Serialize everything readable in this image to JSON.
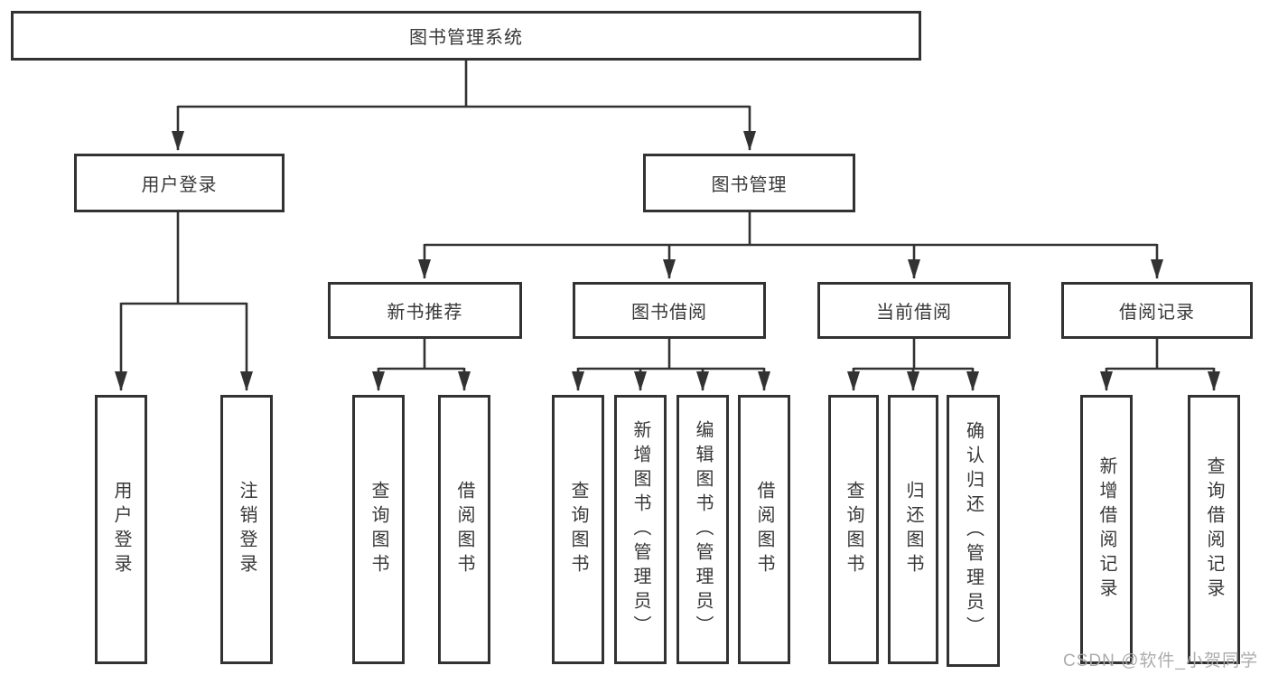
{
  "nodes": {
    "root": "图书管理系统",
    "l2": {
      "user": "用户登录",
      "book": "图书管理"
    },
    "l3": {
      "recommend": "新书推荐",
      "borrow": "图书借阅",
      "current": "当前借阅",
      "records": "借阅记录"
    },
    "leaf": {
      "user_login": "用户登录",
      "user_logout": "注销登录",
      "rec_query": "查询图书",
      "rec_borrow": "借阅图书",
      "bor_query": "查询图书",
      "bor_add": "新增图书（管理员）",
      "bor_edit": "编辑图书（管理员）",
      "bor_borrow": "借阅图书",
      "cur_query": "查询图书",
      "cur_return": "归还图书",
      "cur_confirm": "确认归还（管理员）",
      "recd_add": "新增借阅记录",
      "recd_query": "查询借阅记录"
    }
  },
  "watermark": "CSDN @软件_小贺同学",
  "colors": {
    "line": "#323232",
    "border": "#323232",
    "text": "#383838",
    "background": "#ffffff",
    "watermark": "#a8a8a8"
  }
}
